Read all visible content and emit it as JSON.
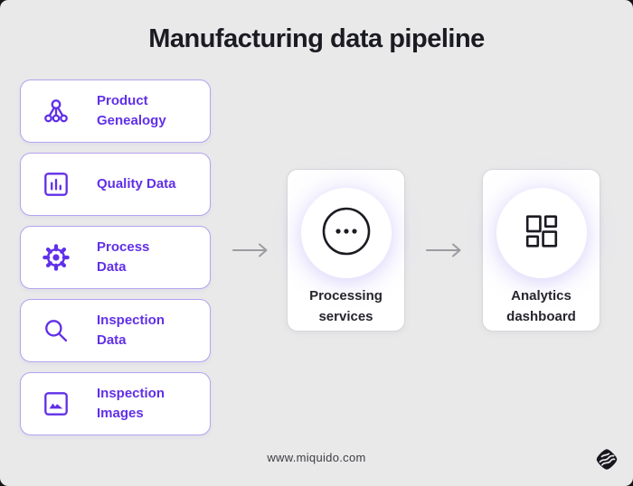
{
  "page": {
    "title": "Manufacturing data pipeline",
    "footer_url": "www.miquido.com"
  },
  "colors": {
    "background": "#e9e9ea",
    "accent_violet": "#6130e8",
    "source_card_border": "#b4a2ef",
    "dark_text": "#1b1b22",
    "arrow_gray": "#9b9ba1",
    "logo_dark": "#17171e"
  },
  "source_cards": [
    {
      "label": "Product Genealogy",
      "icon": "genealogy-tree-icon"
    },
    {
      "label": "Quality Data",
      "icon": "bar-chart-icon"
    },
    {
      "label": "Process Data",
      "icon": "gear-icon"
    },
    {
      "label": "Inspection Data",
      "icon": "magnifier-icon"
    },
    {
      "label": "Inspection Images",
      "icon": "image-icon"
    }
  ],
  "stages": [
    {
      "label": "Processing services",
      "icon": "ellipsis-circle-icon"
    },
    {
      "label": "Analytics dashboard",
      "icon": "dashboard-grid-icon"
    }
  ],
  "branding": {
    "logo": "miquido-logo"
  }
}
